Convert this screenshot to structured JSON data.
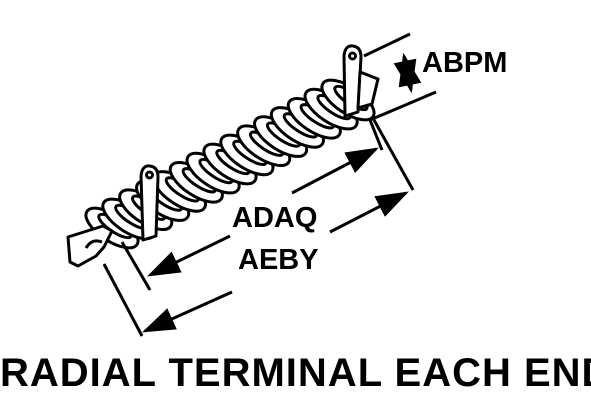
{
  "labels": {
    "abpm": "ABPM",
    "adaq": "ADAQ",
    "aeby": "AEBY"
  },
  "caption": "RADIAL TERMINAL EACH END",
  "colors": {
    "ink": "#000000",
    "background": "#ffffff"
  }
}
